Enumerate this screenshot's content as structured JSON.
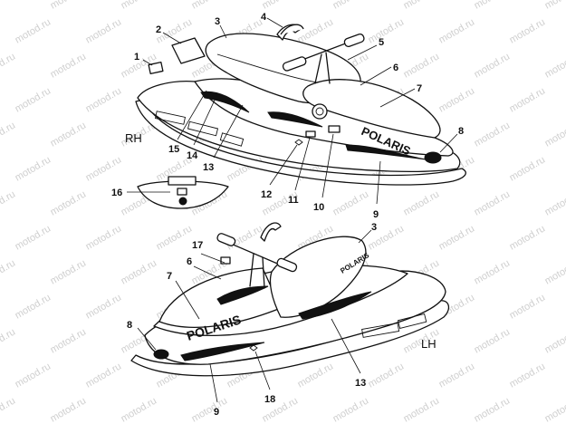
{
  "watermark": "motod.ru",
  "views": {
    "rh": {
      "label": "RH",
      "brand": "POLARIS"
    },
    "lh": {
      "label": "LH",
      "brand": "POLARIS"
    }
  },
  "callouts_rh": [
    "1",
    "2",
    "3",
    "4",
    "5",
    "6",
    "7",
    "8",
    "9",
    "10",
    "11",
    "12",
    "13",
    "14",
    "15",
    "16"
  ],
  "callouts_lh": [
    "3",
    "17",
    "6",
    "7",
    "8",
    "9",
    "18",
    "13"
  ]
}
